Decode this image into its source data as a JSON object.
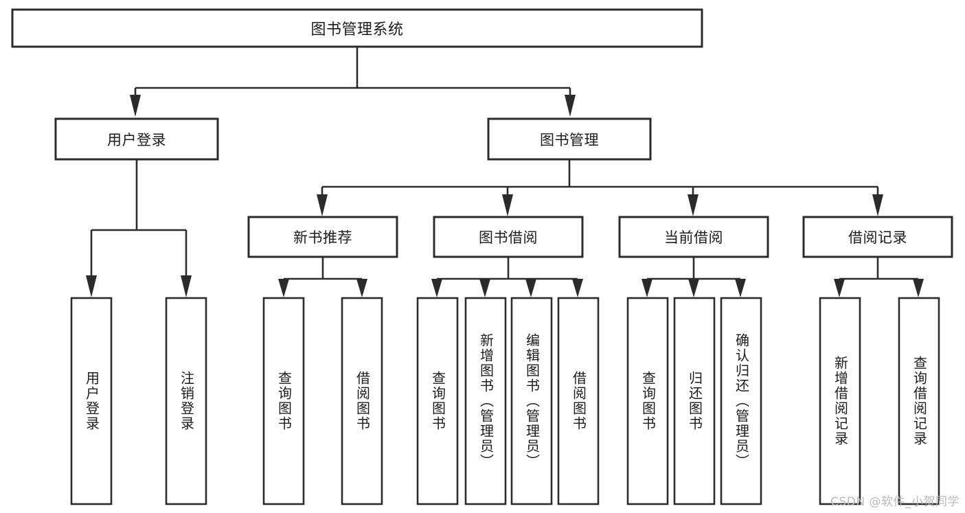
{
  "diagram": {
    "title": "图书管理系统",
    "type": "tree",
    "background_color": "#ffffff",
    "line_color": "#2b2b2b",
    "text_color": "#1c1c1c",
    "watermark": "CSDN @软件_小贺同学",
    "levels": {
      "root": {
        "label": "图书管理系统"
      },
      "level2": [
        {
          "label": "用户登录"
        },
        {
          "label": "图书管理"
        }
      ],
      "level3": [
        {
          "label": "新书推荐"
        },
        {
          "label": "图书借阅"
        },
        {
          "label": "当前借阅"
        },
        {
          "label": "借阅记录"
        }
      ],
      "leaves": {
        "user_login": [
          {
            "label": "用户登录"
          },
          {
            "label": "注销登录"
          }
        ],
        "new_book_recommend": [
          {
            "label": "查询图书"
          },
          {
            "label": "借阅图书"
          }
        ],
        "book_borrow": [
          {
            "label": "查询图书"
          },
          {
            "label": "新增图书（管理员）"
          },
          {
            "label": "编辑图书（管理员）"
          },
          {
            "label": "借阅图书"
          }
        ],
        "current_borrow": [
          {
            "label": "查询图书"
          },
          {
            "label": "归还图书"
          },
          {
            "label": "确认归还（管理员）"
          }
        ],
        "borrow_record": [
          {
            "label": "新增借阅记录"
          },
          {
            "label": "查询借阅记录"
          }
        ]
      }
    }
  }
}
